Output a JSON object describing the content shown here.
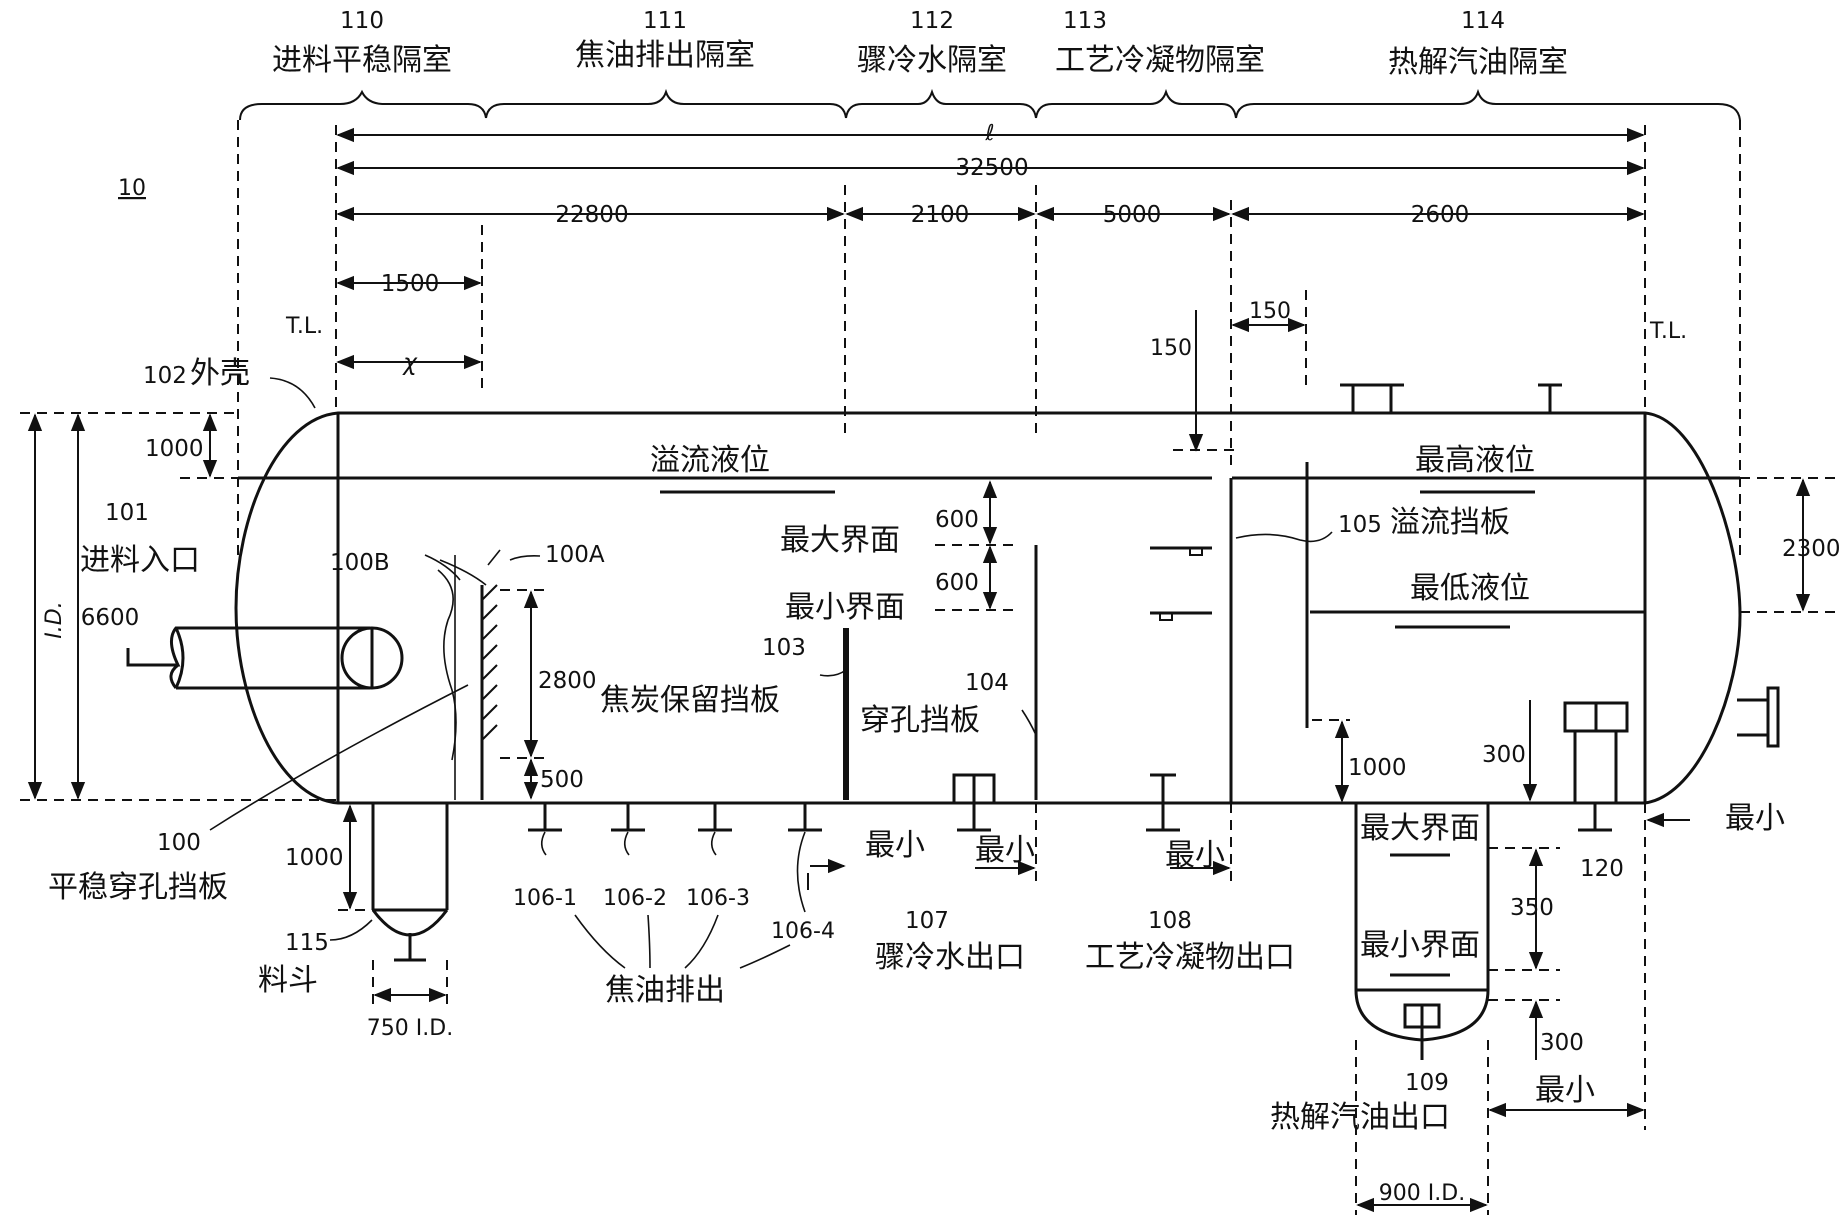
{
  "compartments": [
    {
      "id": "110",
      "name": "进料平稳隔室"
    },
    {
      "id": "111",
      "name": "焦油排出隔室"
    },
    {
      "id": "112",
      "name": "骤冷水隔室"
    },
    {
      "id": "113",
      "name": "工艺冷凝物隔室"
    },
    {
      "id": "114",
      "name": "热解汽油隔室"
    }
  ],
  "figure_number": "10",
  "dimensions": {
    "overall_symbol": "ℓ",
    "overall": "32500",
    "seg_1": "22800",
    "seg_2": "2100",
    "seg_3": "5000",
    "seg_4": "2600",
    "inlet_offset": "1500",
    "inlet_offset_symbol": "χ",
    "tangent_line": "T.L.",
    "overflow_gap_h": "150",
    "overflow_gap_v": "150",
    "top_band": "1000",
    "diameter": "6600",
    "diameter_symbol": "I.D.",
    "interface_max": "600",
    "interface_min": "600",
    "level_range": "2300",
    "baffle_height": "2800",
    "baffle_bottom": "500",
    "weir_gap": "1000",
    "nozzle_clearance": "300",
    "sump_depth": "1000",
    "boot_interface": "350",
    "boot_bottom": "300",
    "hopper_id": "750 I.D.",
    "boot_id": "900 I.D."
  },
  "labels": {
    "shell_num": "102",
    "shell": "外壳",
    "inlet_num": "101",
    "inlet": "进料入口",
    "overflow_level": "溢流液位",
    "max_level": "最高液位",
    "min_level": "最低液位",
    "max_interface": "最大界面",
    "min_interface": "最小界面",
    "weir_num": "105",
    "weir": "溢流挡板",
    "baffle_b": "100B",
    "baffle_a": "100A",
    "coke_baffle_num": "103",
    "coke_baffle": "焦炭保留挡板",
    "perf_baffle_num": "104",
    "perf_baffle": "穿孔挡板",
    "calm_baffle_num": "100",
    "calm_baffle": "平稳穿孔挡板",
    "hopper_num": "115",
    "hopper": "料斗",
    "tar_1": "106-1",
    "tar_2": "106-2",
    "tar_3": "106-3",
    "tar_4": "106-4",
    "tar_outlet": "焦油排出",
    "quench_num": "107",
    "quench_outlet": "骤冷水出口",
    "cond_num": "108",
    "cond_outlet": "工艺冷凝物出口",
    "pygas_num": "109",
    "pygas_outlet": "热解汽油出口",
    "nozzle_num": "120",
    "min": "最小",
    "boot_max_interface": "最大界面",
    "boot_min_interface": "最小界面"
  }
}
